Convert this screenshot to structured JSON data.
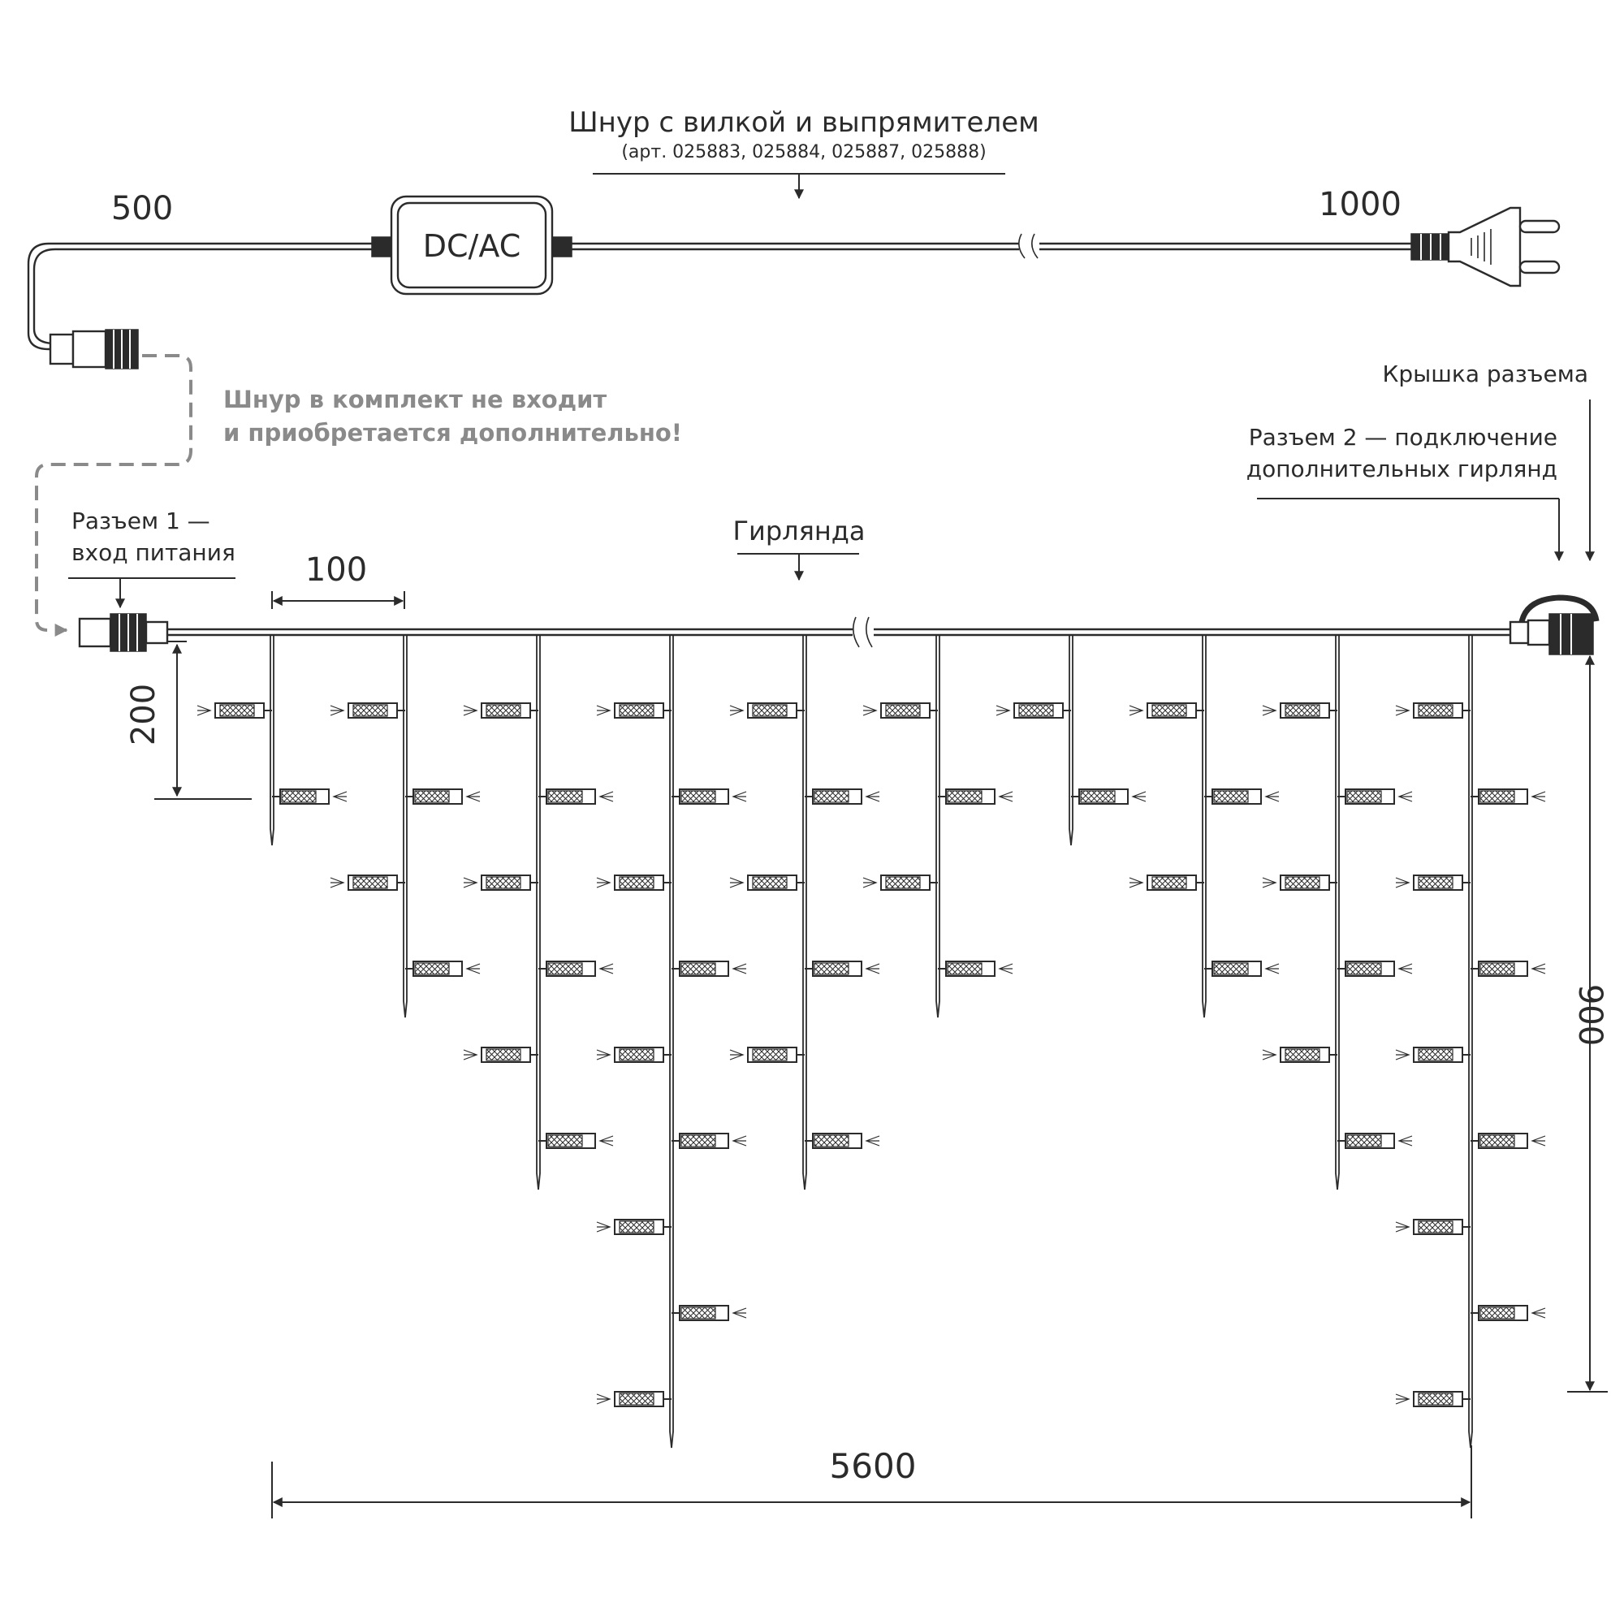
{
  "labels": {
    "cord_title": "Шнур с вилкой и выпрямителем",
    "cord_articles": "(арт. 025883, 025884, 025887, 025888)",
    "dim_500": "500",
    "dim_1000": "1000",
    "rectifier": "DC/AC",
    "note_line1": "Шнур в комплект не входит",
    "note_line2": "и приобретается дополнительно!",
    "connector1_line1": "Разъем 1 —",
    "connector1_line2": "вход питания",
    "garland": "Гирлянда",
    "dim_100": "100",
    "dim_200": "200",
    "cap": "Крышка разъема",
    "connector2_line1": "Разъем 2 — подключение",
    "connector2_line2": "дополнительных гирлянд",
    "dim_900": "900",
    "dim_5600": "5600"
  },
  "colors": {
    "line": "#2b2b2b",
    "note": "#8a8a8a",
    "background": "#ffffff"
  },
  "strands": [
    {
      "leds": 2
    },
    {
      "leds": 4
    },
    {
      "leds": 6
    },
    {
      "leds": 9
    },
    {
      "leds": 6
    },
    {
      "leds": 4
    },
    {
      "leds": 2
    },
    {
      "leds": 4
    },
    {
      "leds": 6
    },
    {
      "leds": 9
    }
  ],
  "icons": [
    "plug-icon",
    "rectifier-box",
    "connector-icon",
    "connector-cap-icon",
    "wire-break-icon",
    "led-bulb-icon"
  ]
}
